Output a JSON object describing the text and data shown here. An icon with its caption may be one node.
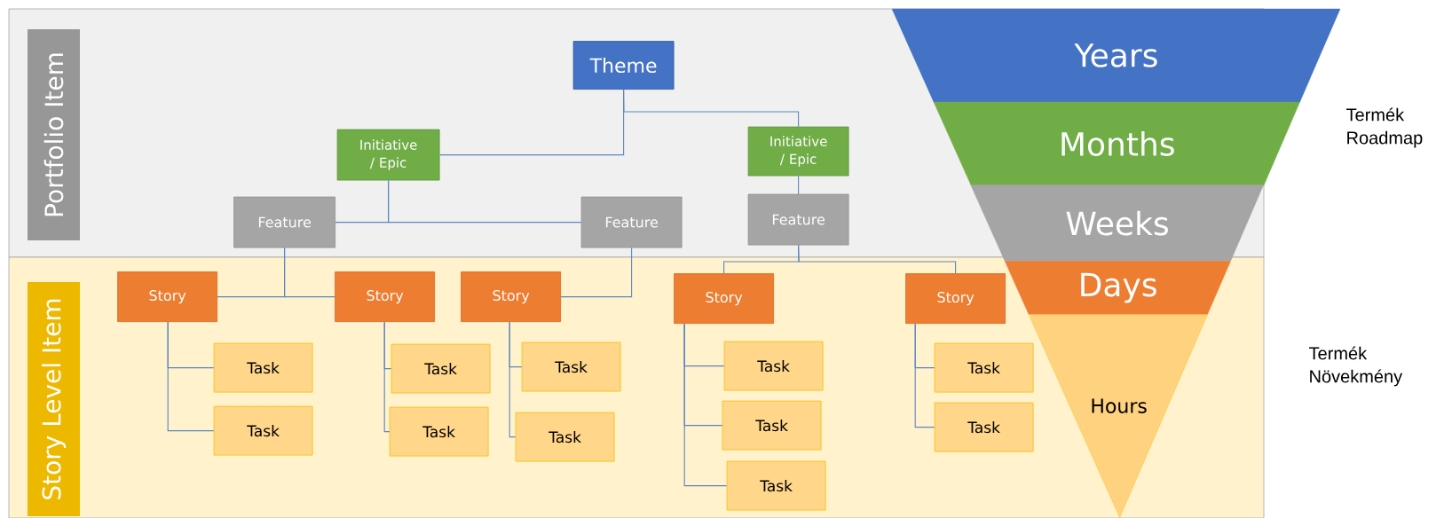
{
  "diagram": {
    "nodes": [
      {
        "text": [
          "Portfolio Item"
        ]
      },
      {
        "text": [
          "Theme"
        ],
        "in": 0
      },
      {
        "text": [
          "Initiative / Epic"
        ],
        "in": 0
      },
      {
        "text": [
          "Initiative / Epic"
        ],
        "in": 0
      },
      {
        "text": [
          "Feature"
        ],
        "in": 0
      },
      {
        "text": [
          "Feature"
        ],
        "in": 0
      },
      {
        "text": [
          "Feature"
        ],
        "in": 0
      },
      {
        "text": [
          "Story Level Item"
        ]
      },
      {
        "text": [
          "Story"
        ],
        "in": 7
      },
      {
        "text": [
          "Story"
        ],
        "in": 7
      },
      {
        "text": [
          "Story"
        ],
        "in": 7
      },
      {
        "text": [
          "Story"
        ],
        "in": 7
      },
      {
        "text": [
          "Story"
        ],
        "in": 7
      },
      {
        "text": [
          "Task"
        ],
        "in": 7
      },
      {
        "text": [
          "Task"
        ],
        "in": 7
      },
      {
        "text": [
          "Task"
        ],
        "in": 7
      },
      {
        "text": [
          "Task"
        ],
        "in": 7
      },
      {
        "text": [
          "Task"
        ],
        "in": 7
      },
      {
        "text": [
          "Task"
        ],
        "in": 7
      },
      {
        "text": [
          "Task"
        ],
        "in": 7
      },
      {
        "text": [
          "Task"
        ],
        "in": 7
      },
      {
        "text": [
          "Task"
        ],
        "in": 7
      },
      {
        "text": [
          "Task"
        ],
        "in": 7
      },
      {
        "text": [
          "Task"
        ],
        "in": 7
      },
      {
        "text": [
          "Years"
        ]
      },
      {
        "text": [
          "Months"
        ]
      },
      {
        "text": [
          "Weeks"
        ],
        "in": 0
      },
      {
        "text": [
          "Days"
        ],
        "in": 7
      },
      {
        "text": [
          "Hours"
        ],
        "in": 7
      }
    ],
    "edges": [
      {
        "from": 1,
        "to": 2,
        "arrow": "none"
      },
      {
        "from": 1,
        "to": 3,
        "arrow": "none"
      },
      {
        "from": 2,
        "to": 4,
        "arrow": "none"
      },
      {
        "from": 2,
        "to": 5,
        "arrow": "none"
      },
      {
        "from": 3,
        "to": 6,
        "arrow": "none"
      },
      {
        "from": 4,
        "to": 8,
        "arrow": "none"
      },
      {
        "from": 4,
        "to": 9,
        "arrow": "none"
      },
      {
        "from": 5,
        "to": 10,
        "arrow": "none"
      },
      {
        "from": 6,
        "to": 11,
        "arrow": "none"
      },
      {
        "from": 6,
        "to": 12,
        "arrow": "none"
      },
      {
        "from": 8,
        "to": 13,
        "arrow": "none"
      },
      {
        "from": 8,
        "to": 14,
        "arrow": "none"
      },
      {
        "from": 9,
        "to": 15,
        "arrow": "none"
      },
      {
        "from": 9,
        "to": 16,
        "arrow": "none"
      },
      {
        "from": 10,
        "to": 17,
        "arrow": "none"
      },
      {
        "from": 10,
        "to": 18,
        "arrow": "none"
      },
      {
        "from": 11,
        "to": 19,
        "arrow": "none"
      },
      {
        "from": 11,
        "to": 20,
        "arrow": "none"
      },
      {
        "from": 11,
        "to": 21,
        "arrow": "none"
      },
      {
        "from": 12,
        "to": 22,
        "arrow": "none"
      },
      {
        "from": 12,
        "to": 23,
        "arrow": "none"
      }
    ],
    "labels": [
      "Termék Roadmap",
      "Termék Növekmény"
    ]
  }
}
